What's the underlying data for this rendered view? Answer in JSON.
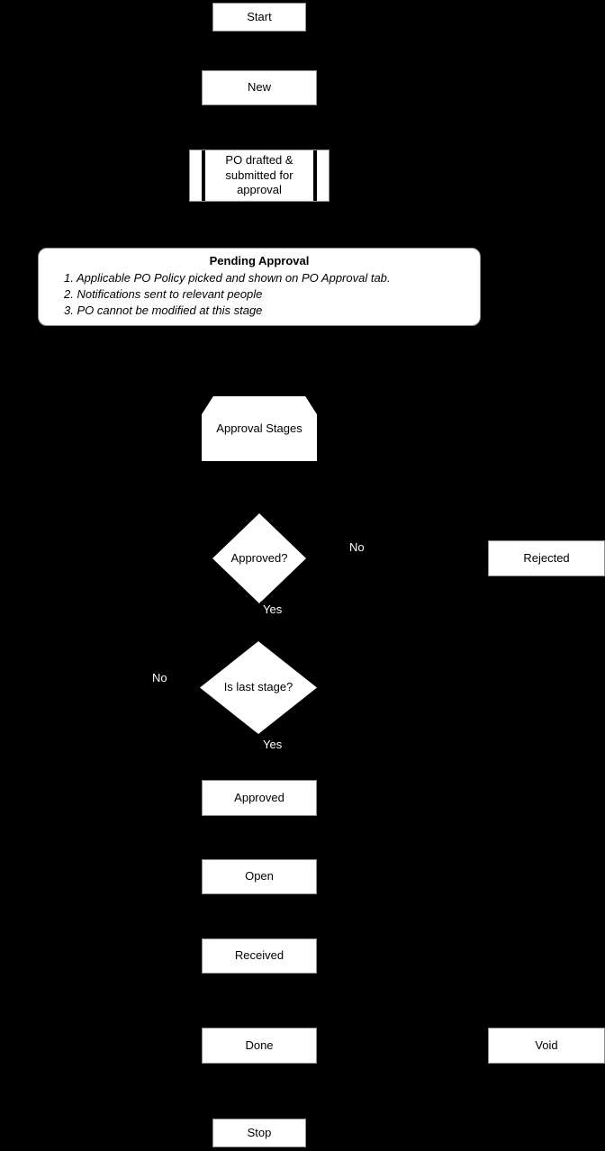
{
  "colors": {
    "background": "#000000",
    "node_fill": "#ffffff",
    "node_stroke": "#8f8f8f",
    "node_text": "#000000",
    "edge_label_text": "#ffffff"
  },
  "flowchart": {
    "nodes": {
      "start": {
        "label": "Start",
        "shape": "rectangle"
      },
      "new": {
        "label": "New",
        "shape": "rectangle"
      },
      "po_drafted": {
        "label": "PO drafted & submitted for approval",
        "shape": "predefined-process"
      },
      "pending_approval": {
        "title": "Pending Approval",
        "shape": "rounded-rectangle",
        "items": [
          "1. Applicable PO Policy picked and shown on PO Approval tab.",
          "2. Notifications sent to relevant people",
          "3. PO cannot be modified at this stage"
        ]
      },
      "approval_stages": {
        "label": "Approval Stages",
        "shape": "loop-limit"
      },
      "approved_decision": {
        "label": "Approved?",
        "shape": "diamond"
      },
      "rejected": {
        "label": "Rejected",
        "shape": "rectangle"
      },
      "is_last_stage_decision": {
        "label": "Is last stage?",
        "shape": "diamond"
      },
      "approved": {
        "label": "Approved",
        "shape": "rectangle"
      },
      "open": {
        "label": "Open",
        "shape": "rectangle"
      },
      "received": {
        "label": "Received",
        "shape": "rectangle"
      },
      "done": {
        "label": "Done",
        "shape": "rectangle"
      },
      "void": {
        "label": "Void",
        "shape": "rectangle"
      },
      "stop": {
        "label": "Stop",
        "shape": "rectangle"
      }
    },
    "edge_labels": {
      "approved_no": "No",
      "approved_yes": "Yes",
      "is_last_stage_no": "No",
      "is_last_stage_yes": "Yes"
    }
  }
}
